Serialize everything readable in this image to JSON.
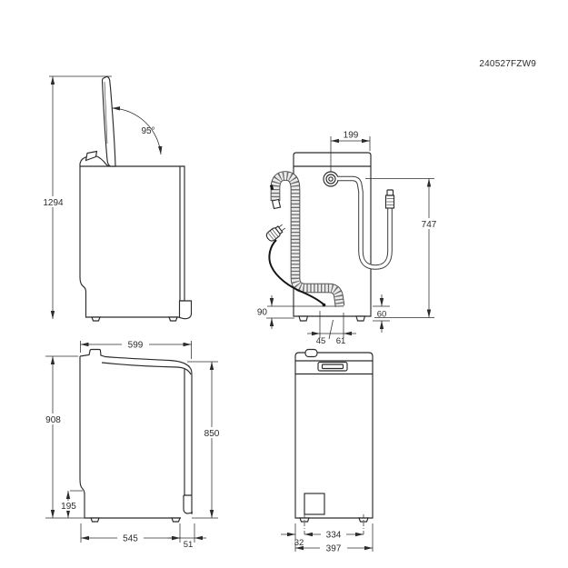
{
  "doc_code": "240527FZW9",
  "views": {
    "side_open": {
      "name": "side view, lid open",
      "total_height": "1294",
      "lid_angle": "95°"
    },
    "back": {
      "name": "back view with hoses",
      "inlet_offset": "199",
      "inlet_hose_height": "747",
      "cord_outlet_height": "90",
      "rear_clearance": "60",
      "cord_offset": "45",
      "drain_offset": "61"
    },
    "side_closed": {
      "name": "side view, lid closed",
      "depth_top": "599",
      "height_front": "908",
      "height_rear": "850",
      "plinth_height": "195",
      "depth_base": "545",
      "rear_overhang": "51"
    },
    "front": {
      "name": "front view",
      "feet_spacing": "334",
      "foot_edge_offset": "32",
      "overall_width": "397"
    }
  }
}
